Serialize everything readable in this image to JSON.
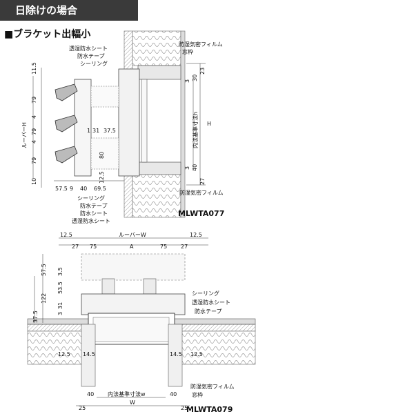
{
  "header": {
    "title": "日除けの場合"
  },
  "section": {
    "title": "■ブラケット出幅小"
  },
  "upper": {
    "model": "MLWTA077",
    "labels": {
      "tohshitsu_top": "透湿防水シート",
      "bousui_tape_top": "防水テープ",
      "sealing_top": "シーリング",
      "boushitsu_top": "防湿気密フィルム",
      "madowaku_top": "窓枠",
      "sealing_bot": "シーリング",
      "bousui_tape_bot": "防水テープ",
      "bousui_sheet_bot": "防水シート",
      "tohshitsu_bot": "透湿防水シート",
      "boushitsu_bot": "防湿気密フィルム",
      "louver_h": "ルーバーH",
      "inner_h": "内法基準寸法h",
      "H": "H"
    },
    "left_dims": [
      "11.5",
      "79",
      "4",
      "79",
      "4",
      "79",
      "10"
    ],
    "bottom_dims": [
      "57.5",
      "9",
      "40",
      "69.5"
    ],
    "mid_dims": [
      "1",
      "31",
      "37.5"
    ],
    "dim_125": "12.5",
    "dim_80": "80",
    "right_dims": [
      "3",
      "30",
      "23",
      "40",
      "3",
      "27"
    ]
  },
  "lower": {
    "model": "MLWTA079",
    "top_dims": [
      "12.5",
      "27",
      "75",
      "A",
      "75",
      "27",
      "12.5"
    ],
    "louver_w": "ルーバーW",
    "left_dims": [
      "57.5",
      "3.5",
      "53.5",
      "31",
      "122",
      "3",
      "37.5"
    ],
    "labels": {
      "sealing": "シーリング",
      "tohshitsu": "透湿防水シート",
      "bousui_tape": "防水テープ",
      "boushitsu": "防湿気密フィルム",
      "madowaku": "窓枠"
    },
    "dims_125": [
      "12.5",
      "14.5",
      "14.5",
      "12.5"
    ],
    "bottom_labels": {
      "inner_w": "内法基準寸法w",
      "W": "W"
    },
    "bottom_dims": [
      "40",
      "25",
      "40",
      "25"
    ]
  }
}
